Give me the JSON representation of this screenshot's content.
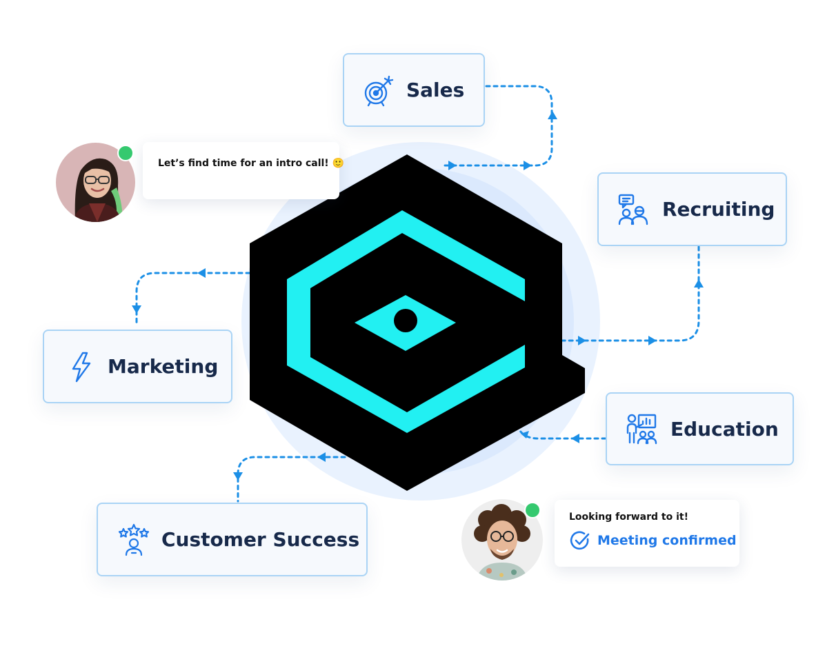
{
  "cards": {
    "sales": {
      "label": "Sales",
      "icon": "target-icon"
    },
    "recruiting": {
      "label": "Recruiting",
      "icon": "recruiter-chat-icon"
    },
    "marketing": {
      "label": "Marketing",
      "icon": "lightning-icon"
    },
    "education": {
      "label": "Education",
      "icon": "teacher-presentation-icon"
    },
    "customer_success": {
      "label": "Customer Success",
      "icon": "customer-stars-icon"
    }
  },
  "chat": {
    "host_message": "Let’s find time for an intro call! 🙂",
    "guest_message": "Looking forward to it!",
    "confirmation": "Meeting confirmed"
  },
  "colors": {
    "accent": "#1f78e8",
    "card_border": "#a9d3f5",
    "card_bg": "#f6f9fd",
    "label": "#17294a",
    "logo_fill": "#000000",
    "logo_cyan": "#22f0f2",
    "online": "#35c96f",
    "halo": "#dbe9fd"
  }
}
